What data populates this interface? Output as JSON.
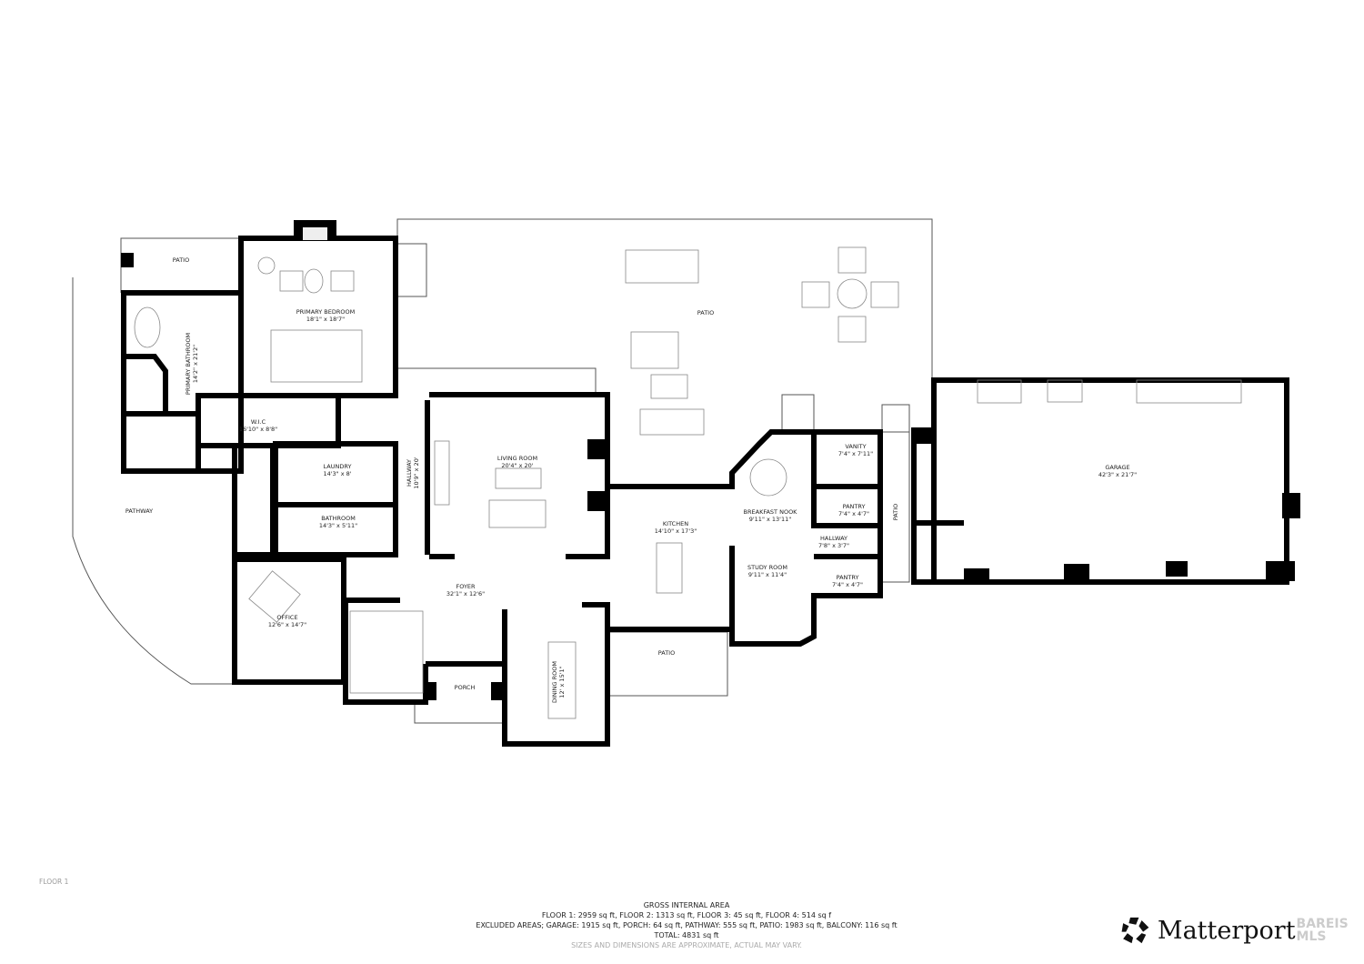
{
  "floor_label": "FLOOR 1",
  "rooms": {
    "patio_left": {
      "name": "PATIO"
    },
    "patio_main": {
      "name": "PATIO"
    },
    "patio_kitchen": {
      "name": "PATIO"
    },
    "patio_side": {
      "name": "PATIO"
    },
    "primary_bedroom": {
      "name": "PRIMARY BEDROOM",
      "dims": "18'1\" x 18'7\""
    },
    "primary_bathroom": {
      "name": "PRIMARY BATHROOM",
      "dims": "14'2\" x 21'2\""
    },
    "wic": {
      "name": "W.I.C",
      "dims": "16'10\" x 8'8\""
    },
    "laundry": {
      "name": "LAUNDRY",
      "dims": "14'3\" x 8'"
    },
    "bathroom": {
      "name": "BATHROOM",
      "dims": "14'3\" x 5'11\""
    },
    "hallway_main": {
      "name": "HALLWAY",
      "dims": "10'9\" x 20'"
    },
    "living_room": {
      "name": "LIVING ROOM",
      "dims": "20'4\" x 20'"
    },
    "foyer": {
      "name": "FOYER",
      "dims": "32'1\" x 12'6\""
    },
    "office": {
      "name": "OFFICE",
      "dims": "12'6\" x 14'7\""
    },
    "porch": {
      "name": "PORCH"
    },
    "dining_room": {
      "name": "DINING ROOM",
      "dims": "12' x 15'1\""
    },
    "kitchen": {
      "name": "KITCHEN",
      "dims": "14'10\" x 17'3\""
    },
    "breakfast_nook": {
      "name": "BREAKFAST NOOK",
      "dims": "9'11\" x 13'11\""
    },
    "study_room": {
      "name": "STUDY ROOM",
      "dims": "9'11\" x 11'4\""
    },
    "vanity": {
      "name": "VANITY",
      "dims": "7'4\" x 7'11\""
    },
    "pantry_1": {
      "name": "PANTRY",
      "dims": "7'4\" x 4'7\""
    },
    "hallway_small": {
      "name": "HALLWAY",
      "dims": "7'8\" x 3'7\""
    },
    "pantry_2": {
      "name": "PANTRY",
      "dims": "7'4\" x 4'7\""
    },
    "garage": {
      "name": "GARAGE",
      "dims": "42'3\" x 21'7\""
    },
    "pathway": {
      "name": "PATHWAY"
    }
  },
  "area_summary": {
    "heading": "GROSS INTERNAL AREA",
    "floors": "FLOOR 1: 2959 sq ft, FLOOR 2: 1313 sq ft, FLOOR 3: 45 sq ft, FLOOR 4: 514 sq f",
    "excluded": "EXCLUDED AREAS; GARAGE: 1915 sq ft, PORCH: 64 sq ft, PATHWAY: 555 sq ft, PATIO: 1983 sq ft, BALCONY: 116 sq ft",
    "total": "TOTAL: 4831 sq ft",
    "disclaimer": "SIZES AND DIMENSIONS ARE APPROXIMATE, ACTUAL MAY VARY."
  },
  "branding": {
    "logo_text": "Matterport",
    "watermark": "BAREIS MLS"
  }
}
